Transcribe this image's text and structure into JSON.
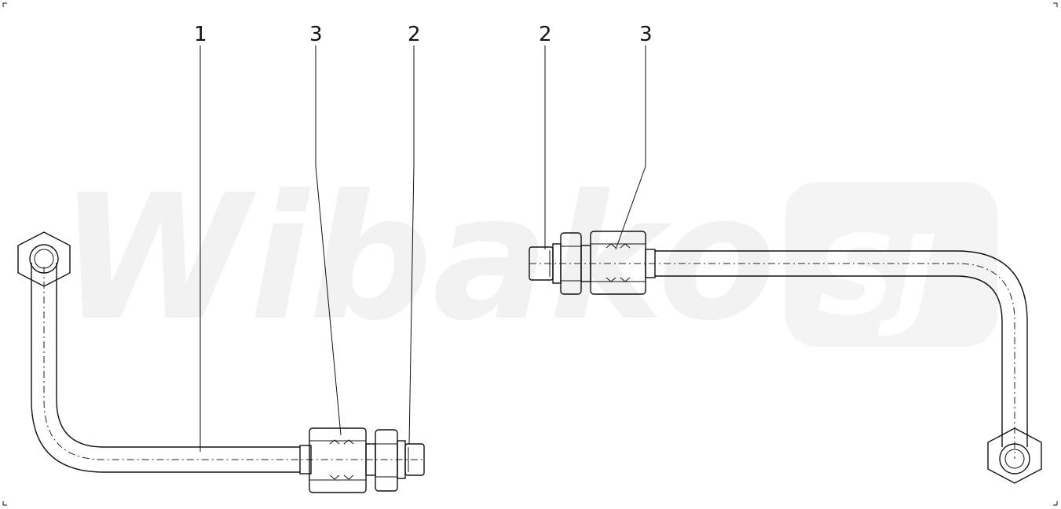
{
  "watermark": {
    "text": "Wibako",
    "badge": "SJ"
  },
  "callouts": {
    "left": {
      "part_1": "1",
      "part_3": "3",
      "part_2": "2"
    },
    "right": {
      "part_2": "2",
      "part_3": "3"
    }
  },
  "colors": {
    "line": "#111111",
    "watermark": "#f2f2f2",
    "background": "#ffffff"
  }
}
